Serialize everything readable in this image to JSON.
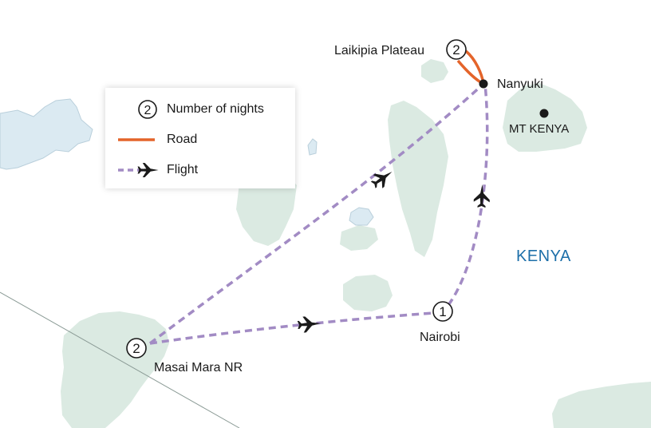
{
  "map": {
    "colors": {
      "land_patch": "#dbeae2",
      "lake": "#dbeaf2",
      "flight_route": "#a28bc4",
      "road": "#e4642a",
      "text": "#1a1a1a",
      "country_label": "#1d6fa9"
    },
    "places": [
      {
        "id": "laikipia",
        "name": "Laikipia Plateau",
        "nights": "2"
      },
      {
        "id": "nanyuki",
        "name": "Nanyuki"
      },
      {
        "id": "mt-kenya",
        "name": "MT KENYA"
      },
      {
        "id": "nairobi",
        "name": "Nairobi",
        "nights": "1"
      },
      {
        "id": "masai-mara",
        "name": "Masai Mara NR",
        "nights": "2"
      }
    ],
    "country_label": "KENYA",
    "routes": [
      {
        "from": "Masai Mara NR",
        "to": "Nanyuki",
        "mode": "Flight"
      },
      {
        "from": "Masai Mara NR",
        "to": "Nairobi",
        "mode": "Flight"
      },
      {
        "from": "Nairobi",
        "to": "Nanyuki",
        "mode": "Flight"
      },
      {
        "from": "Nanyuki",
        "to": "Laikipia Plateau",
        "mode": "Road"
      }
    ]
  },
  "legend": {
    "nights_symbol": "2",
    "nights_label": "Number of nights",
    "road_label": "Road",
    "flight_label": "Flight"
  }
}
